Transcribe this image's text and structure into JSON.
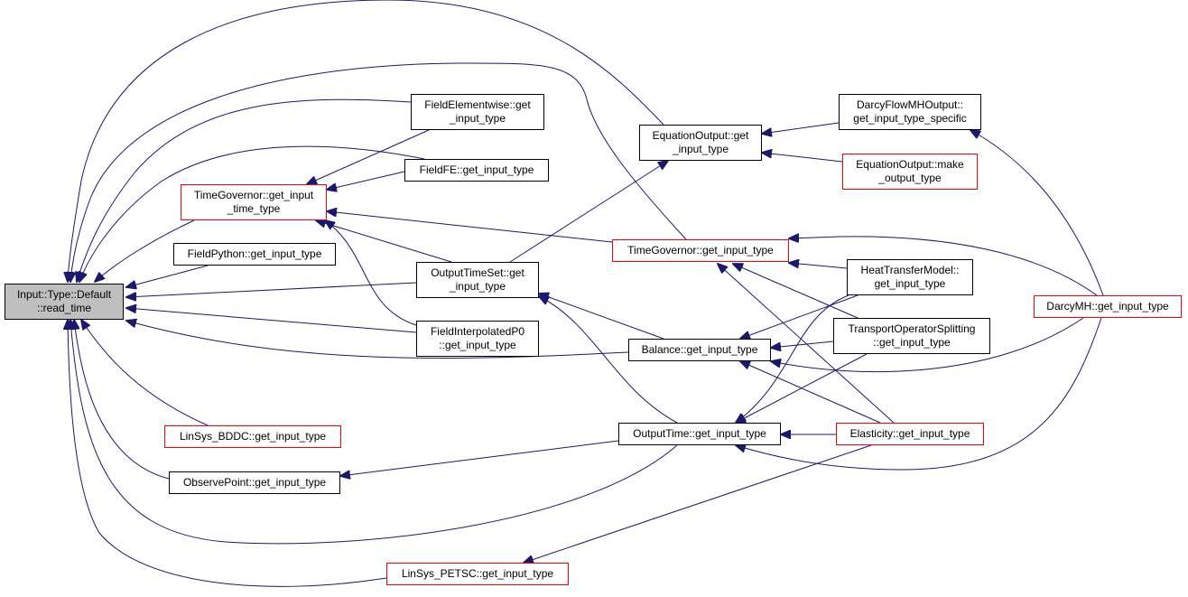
{
  "colors": {
    "edge": "#191970",
    "root_fill": "#bfbfbf",
    "truncated_border": "#ff0000",
    "node_border": "#000000"
  },
  "nodes": {
    "root": {
      "lines": [
        "Input::Type::Default",
        "::read_time"
      ],
      "truncated": false
    },
    "field_elementwise": {
      "lines": [
        "FieldElementwise::get",
        "_input_type"
      ],
      "truncated": false
    },
    "field_fe": {
      "lines": [
        "FieldFE::get_input_type"
      ],
      "truncated": false
    },
    "tg_time": {
      "lines": [
        "TimeGovernor::get_input",
        "_time_type"
      ],
      "truncated": true
    },
    "field_python": {
      "lines": [
        "FieldPython::get_input_type"
      ],
      "truncated": false
    },
    "output_time_set": {
      "lines": [
        "OutputTimeSet::get",
        "_input_type"
      ],
      "truncated": false
    },
    "field_interp": {
      "lines": [
        "FieldInterpolatedP0",
        "::get_input_type"
      ],
      "truncated": false
    },
    "eq_output": {
      "lines": [
        "EquationOutput::get",
        "_input_type"
      ],
      "truncated": false
    },
    "darcy_out": {
      "lines": [
        "DarcyFlowMHOutput::",
        "get_input_type_specific"
      ],
      "truncated": false
    },
    "eq_make": {
      "lines": [
        "EquationOutput::make",
        "_output_type"
      ],
      "truncated": true
    },
    "tg": {
      "lines": [
        "TimeGovernor::get_input_type"
      ],
      "truncated": true
    },
    "heat": {
      "lines": [
        "HeatTransferModel::",
        "get_input_type"
      ],
      "truncated": false
    },
    "darcy_mh": {
      "lines": [
        "DarcyMH::get_input_type"
      ],
      "truncated": true
    },
    "transport": {
      "lines": [
        "TransportOperatorSplitting",
        "::get_input_type"
      ],
      "truncated": false
    },
    "balance": {
      "lines": [
        "Balance::get_input_type"
      ],
      "truncated": false
    },
    "output_time": {
      "lines": [
        "OutputTime::get_input_type"
      ],
      "truncated": false
    },
    "elasticity": {
      "lines": [
        "Elasticity::get_input_type"
      ],
      "truncated": true
    },
    "bddc": {
      "lines": [
        "LinSys_BDDC::get_input_type"
      ],
      "truncated": true
    },
    "observe": {
      "lines": [
        "ObservePoint::get_input_type"
      ],
      "truncated": false
    },
    "petsc": {
      "lines": [
        "LinSys_PETSC::get_input_type"
      ],
      "truncated": true
    }
  }
}
